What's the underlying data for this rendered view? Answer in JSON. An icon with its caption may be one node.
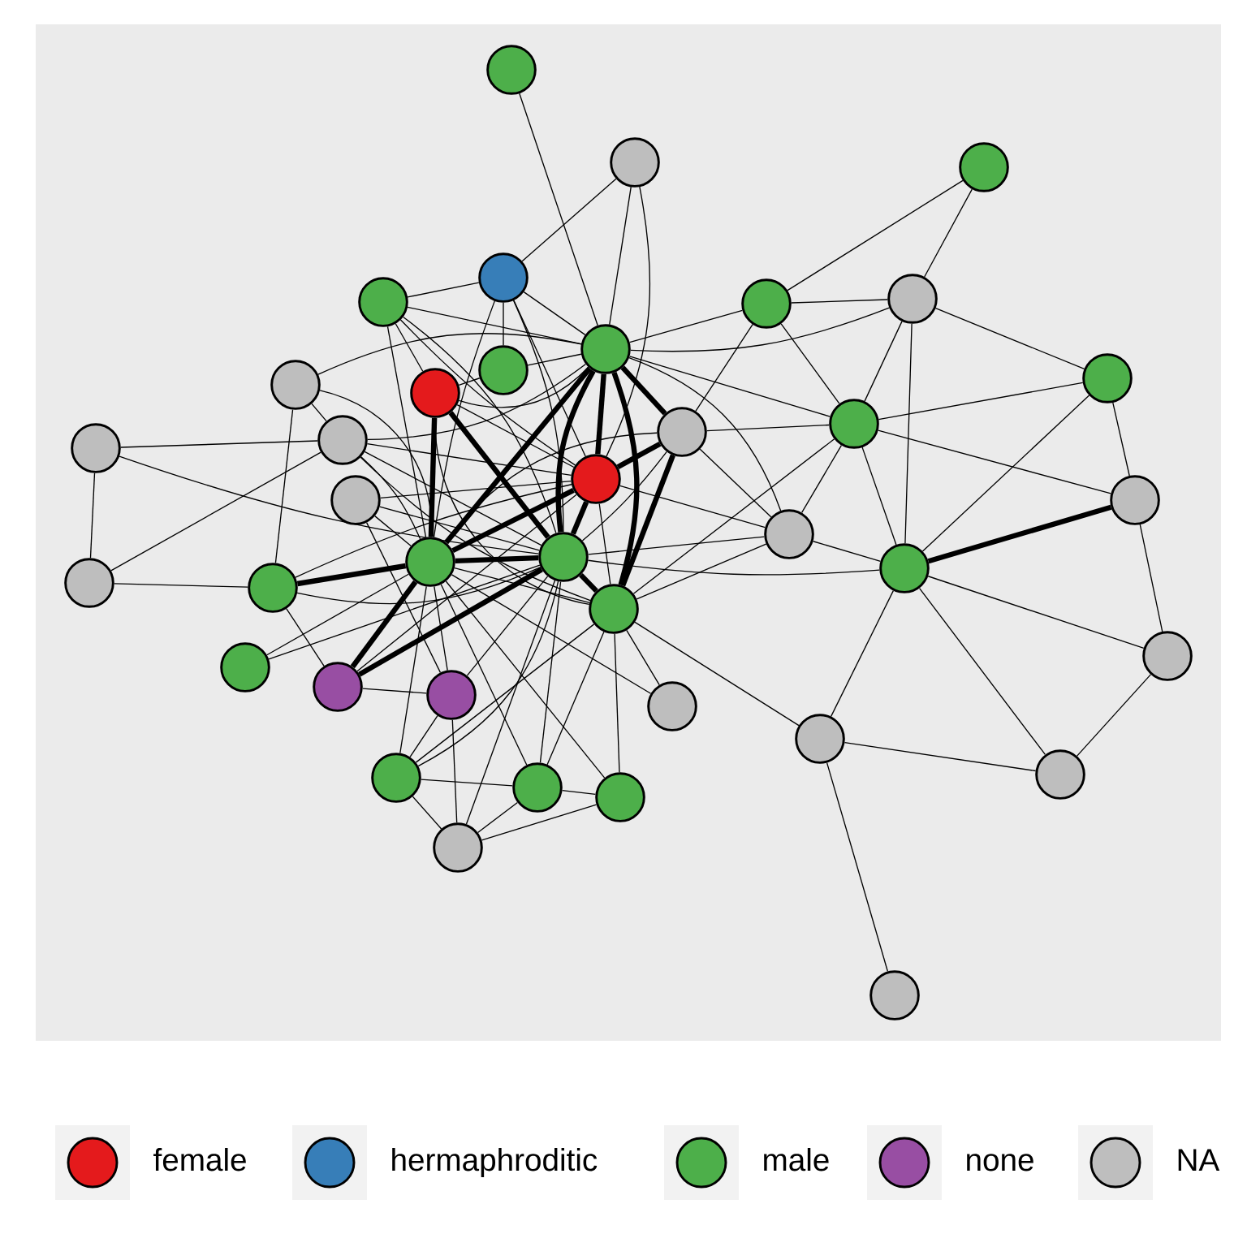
{
  "diagram": {
    "nodes": [
      {
        "text": [],
        "shape": "circle"
      },
      {
        "text": [],
        "shape": "circle"
      },
      {
        "text": [],
        "shape": "circle"
      },
      {
        "text": [],
        "shape": "circle"
      },
      {
        "text": [],
        "shape": "circle"
      },
      {
        "text": [],
        "shape": "circle"
      },
      {
        "text": [],
        "shape": "circle"
      },
      {
        "text": [],
        "shape": "circle"
      },
      {
        "text": [],
        "shape": "circle"
      },
      {
        "text": [],
        "shape": "circle"
      },
      {
        "text": [],
        "shape": "circle"
      },
      {
        "text": [],
        "shape": "circle"
      },
      {
        "text": [],
        "shape": "circle"
      },
      {
        "text": [],
        "shape": "circle"
      },
      {
        "text": [],
        "shape": "circle"
      },
      {
        "text": [],
        "shape": "circle"
      },
      {
        "text": [],
        "shape": "circle"
      },
      {
        "text": [],
        "shape": "circle"
      },
      {
        "text": [],
        "shape": "circle"
      },
      {
        "text": [],
        "shape": "circle"
      },
      {
        "text": [],
        "shape": "circle"
      },
      {
        "text": [],
        "shape": "circle"
      },
      {
        "text": [],
        "shape": "circle"
      },
      {
        "text": [],
        "shape": "circle"
      },
      {
        "text": [],
        "shape": "circle"
      },
      {
        "text": [],
        "shape": "circle"
      },
      {
        "text": [],
        "shape": "circle"
      },
      {
        "text": [],
        "shape": "circle"
      },
      {
        "text": [],
        "shape": "circle"
      },
      {
        "text": [],
        "shape": "circle"
      },
      {
        "text": [],
        "shape": "circle"
      },
      {
        "text": [],
        "shape": "circle"
      },
      {
        "text": [],
        "shape": "circle"
      },
      {
        "text": [],
        "shape": "circle"
      },
      {
        "text": [],
        "shape": "circle"
      },
      {
        "text": [],
        "shape": "circle"
      },
      {
        "text": [],
        "shape": "circle"
      },
      {
        "text": [],
        "shape": "circle"
      }
    ],
    "edges": [
      {
        "from": 0,
        "to": 7,
        "arrow": "none"
      },
      {
        "from": 1,
        "to": 7,
        "arrow": "none"
      },
      {
        "from": 1,
        "to": 16,
        "arrow": "none"
      },
      {
        "from": 1,
        "to": 3,
        "arrow": "none"
      },
      {
        "from": 3,
        "to": 4,
        "arrow": "none"
      },
      {
        "from": 3,
        "to": 7,
        "arrow": "none"
      },
      {
        "from": 3,
        "to": 8,
        "arrow": "none"
      },
      {
        "from": 3,
        "to": 16,
        "arrow": "none"
      },
      {
        "from": 3,
        "to": 20,
        "arrow": "none"
      },
      {
        "from": 3,
        "to": 21,
        "arrow": "none"
      },
      {
        "from": 4,
        "to": 7,
        "arrow": "none"
      },
      {
        "from": 4,
        "to": 11,
        "arrow": "none"
      },
      {
        "from": 4,
        "to": 20,
        "arrow": "none"
      },
      {
        "from": 4,
        "to": 21,
        "arrow": "none"
      },
      {
        "from": 4,
        "to": 16,
        "arrow": "none"
      },
      {
        "from": 10,
        "to": 7,
        "arrow": "none"
      },
      {
        "from": 10,
        "to": 14,
        "arrow": "none"
      },
      {
        "from": 10,
        "to": 24,
        "arrow": "none"
      },
      {
        "from": 10,
        "to": 20,
        "arrow": "none"
      },
      {
        "from": 11,
        "to": 20,
        "arrow": "none",
        "style": "thick"
      },
      {
        "from": 11,
        "to": 21,
        "arrow": "none",
        "style": "thick"
      },
      {
        "from": 11,
        "to": 8,
        "arrow": "none"
      },
      {
        "from": 11,
        "to": 16,
        "arrow": "none"
      },
      {
        "from": 11,
        "to": 7,
        "arrow": "none"
      },
      {
        "from": 11,
        "to": 25,
        "arrow": "none"
      },
      {
        "from": 7,
        "to": 8,
        "arrow": "none"
      },
      {
        "from": 7,
        "to": 16,
        "arrow": "none",
        "style": "thick"
      },
      {
        "from": 7,
        "to": 21,
        "arrow": "none",
        "style": "thick"
      },
      {
        "from": 7,
        "to": 20,
        "arrow": "none",
        "style": "thick"
      },
      {
        "from": 7,
        "to": 25,
        "arrow": "none",
        "style": "thick"
      },
      {
        "from": 7,
        "to": 15,
        "arrow": "none",
        "style": "thick"
      },
      {
        "from": 7,
        "to": 5,
        "arrow": "none"
      },
      {
        "from": 7,
        "to": 12,
        "arrow": "none"
      },
      {
        "from": 7,
        "to": 6,
        "arrow": "none"
      },
      {
        "from": 7,
        "to": 14,
        "arrow": "none"
      },
      {
        "from": 7,
        "to": 19,
        "arrow": "none"
      },
      {
        "from": 13,
        "to": 14,
        "arrow": "none"
      },
      {
        "from": 13,
        "to": 23,
        "arrow": "none"
      },
      {
        "from": 13,
        "to": 21,
        "arrow": "none"
      },
      {
        "from": 14,
        "to": 20,
        "arrow": "none"
      },
      {
        "from": 14,
        "to": 21,
        "arrow": "none"
      },
      {
        "from": 14,
        "to": 25,
        "arrow": "none"
      },
      {
        "from": 14,
        "to": 16,
        "arrow": "none"
      },
      {
        "from": 15,
        "to": 16,
        "arrow": "none",
        "style": "thick"
      },
      {
        "from": 15,
        "to": 20,
        "arrow": "none"
      },
      {
        "from": 15,
        "to": 21,
        "arrow": "none"
      },
      {
        "from": 15,
        "to": 25,
        "arrow": "none",
        "style": "thick"
      },
      {
        "from": 15,
        "to": 12,
        "arrow": "none"
      },
      {
        "from": 15,
        "to": 19,
        "arrow": "none"
      },
      {
        "from": 15,
        "to": 5,
        "arrow": "none"
      },
      {
        "from": 16,
        "to": 20,
        "arrow": "none",
        "style": "thick"
      },
      {
        "from": 16,
        "to": 21,
        "arrow": "none",
        "style": "thick"
      },
      {
        "from": 16,
        "to": 25,
        "arrow": "none"
      },
      {
        "from": 16,
        "to": 28,
        "arrow": "none"
      },
      {
        "from": 16,
        "to": 24,
        "arrow": "none"
      },
      {
        "from": 16,
        "to": 19,
        "arrow": "none"
      },
      {
        "from": 17,
        "to": 20,
        "arrow": "none"
      },
      {
        "from": 17,
        "to": 21,
        "arrow": "none"
      },
      {
        "from": 17,
        "to": 29,
        "arrow": "none"
      },
      {
        "from": 17,
        "to": 16,
        "arrow": "none"
      },
      {
        "from": 20,
        "to": 21,
        "arrow": "none",
        "style": "thick"
      },
      {
        "from": 20,
        "to": 24,
        "arrow": "none",
        "style": "thick"
      },
      {
        "from": 20,
        "to": 28,
        "arrow": "none",
        "style": "thick"
      },
      {
        "from": 20,
        "to": 25,
        "arrow": "none"
      },
      {
        "from": 20,
        "to": 33,
        "arrow": "none"
      },
      {
        "from": 20,
        "to": 35,
        "arrow": "none"
      },
      {
        "from": 20,
        "to": 34,
        "arrow": "none"
      },
      {
        "from": 20,
        "to": 29,
        "arrow": "none"
      },
      {
        "from": 20,
        "to": 30,
        "arrow": "none"
      },
      {
        "from": 20,
        "to": 26,
        "arrow": "none"
      },
      {
        "from": 21,
        "to": 28,
        "arrow": "none",
        "style": "thick"
      },
      {
        "from": 21,
        "to": 25,
        "arrow": "none",
        "style": "thick"
      },
      {
        "from": 21,
        "to": 29,
        "arrow": "none"
      },
      {
        "from": 21,
        "to": 33,
        "arrow": "none"
      },
      {
        "from": 21,
        "to": 34,
        "arrow": "none"
      },
      {
        "from": 21,
        "to": 36,
        "arrow": "none"
      },
      {
        "from": 21,
        "to": 22,
        "arrow": "none"
      },
      {
        "from": 21,
        "to": 26,
        "arrow": "none"
      },
      {
        "from": 21,
        "to": 24,
        "arrow": "none"
      },
      {
        "from": 21,
        "to": 19,
        "arrow": "none"
      },
      {
        "from": 23,
        "to": 24,
        "arrow": "none"
      },
      {
        "from": 23,
        "to": 14,
        "arrow": "none"
      },
      {
        "from": 24,
        "to": 28,
        "arrow": "none"
      },
      {
        "from": 25,
        "to": 33,
        "arrow": "none"
      },
      {
        "from": 25,
        "to": 34,
        "arrow": "none"
      },
      {
        "from": 25,
        "to": 35,
        "arrow": "none"
      },
      {
        "from": 25,
        "to": 30,
        "arrow": "none"
      },
      {
        "from": 25,
        "to": 19,
        "arrow": "none"
      },
      {
        "from": 25,
        "to": 31,
        "arrow": "none"
      },
      {
        "from": 25,
        "to": 12,
        "arrow": "none"
      },
      {
        "from": 28,
        "to": 29,
        "arrow": "none"
      },
      {
        "from": 29,
        "to": 36,
        "arrow": "none"
      },
      {
        "from": 29,
        "to": 33,
        "arrow": "none"
      },
      {
        "from": 33,
        "to": 34,
        "arrow": "none"
      },
      {
        "from": 33,
        "to": 36,
        "arrow": "none"
      },
      {
        "from": 34,
        "to": 35,
        "arrow": "none"
      },
      {
        "from": 34,
        "to": 36,
        "arrow": "none"
      },
      {
        "from": 35,
        "to": 36,
        "arrow": "none"
      },
      {
        "from": 5,
        "to": 2,
        "arrow": "none"
      },
      {
        "from": 5,
        "to": 6,
        "arrow": "none"
      },
      {
        "from": 5,
        "to": 12,
        "arrow": "none"
      },
      {
        "from": 6,
        "to": 2,
        "arrow": "none"
      },
      {
        "from": 6,
        "to": 12,
        "arrow": "none"
      },
      {
        "from": 6,
        "to": 22,
        "arrow": "none"
      },
      {
        "from": 6,
        "to": 9,
        "arrow": "none"
      },
      {
        "from": 12,
        "to": 9,
        "arrow": "none"
      },
      {
        "from": 12,
        "to": 22,
        "arrow": "none"
      },
      {
        "from": 12,
        "to": 18,
        "arrow": "none"
      },
      {
        "from": 12,
        "to": 19,
        "arrow": "none"
      },
      {
        "from": 22,
        "to": 9,
        "arrow": "none"
      },
      {
        "from": 22,
        "to": 18,
        "arrow": "none",
        "style": "thick"
      },
      {
        "from": 22,
        "to": 19,
        "arrow": "none"
      },
      {
        "from": 22,
        "to": 32,
        "arrow": "none"
      },
      {
        "from": 22,
        "to": 31,
        "arrow": "none"
      },
      {
        "from": 22,
        "to": 27,
        "arrow": "none"
      },
      {
        "from": 18,
        "to": 9,
        "arrow": "none"
      },
      {
        "from": 18,
        "to": 27,
        "arrow": "none"
      },
      {
        "from": 27,
        "to": 32,
        "arrow": "none"
      },
      {
        "from": 31,
        "to": 32,
        "arrow": "none"
      },
      {
        "from": 31,
        "to": 37,
        "arrow": "none"
      }
    ],
    "legend": [
      {
        "text": "female",
        "color": "#e41a1c"
      },
      {
        "text": "hermaphroditic",
        "color": "#377eb8"
      },
      {
        "text": "male",
        "color": "#4daf4a"
      },
      {
        "text": "none",
        "color": "#984ea3"
      },
      {
        "text": "NA",
        "color": "#bebebe"
      }
    ]
  }
}
